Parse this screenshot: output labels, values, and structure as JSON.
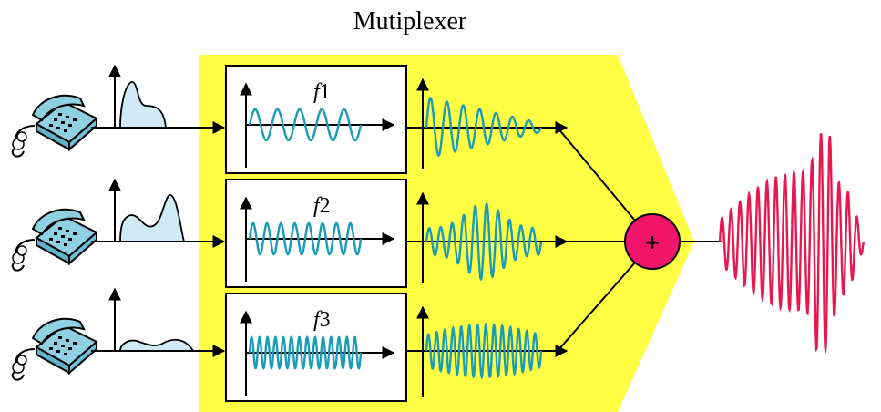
{
  "title": "Mutiplexer",
  "colors": {
    "yellow_panel": "#ffff44",
    "carrier_wave": "#1a9cb8",
    "spectrum_fill": "#cfeaf4",
    "output_wave": "#e8174f",
    "adder_fill": "#f0146a"
  },
  "channels": [
    {
      "carrier_label": "f",
      "carrier_index": "1",
      "icon": "telephone-icon"
    },
    {
      "carrier_label": "f",
      "carrier_index": "2",
      "icon": "telephone-icon"
    },
    {
      "carrier_label": "f",
      "carrier_index": "3",
      "icon": "telephone-icon"
    }
  ],
  "adder_symbol": "+"
}
